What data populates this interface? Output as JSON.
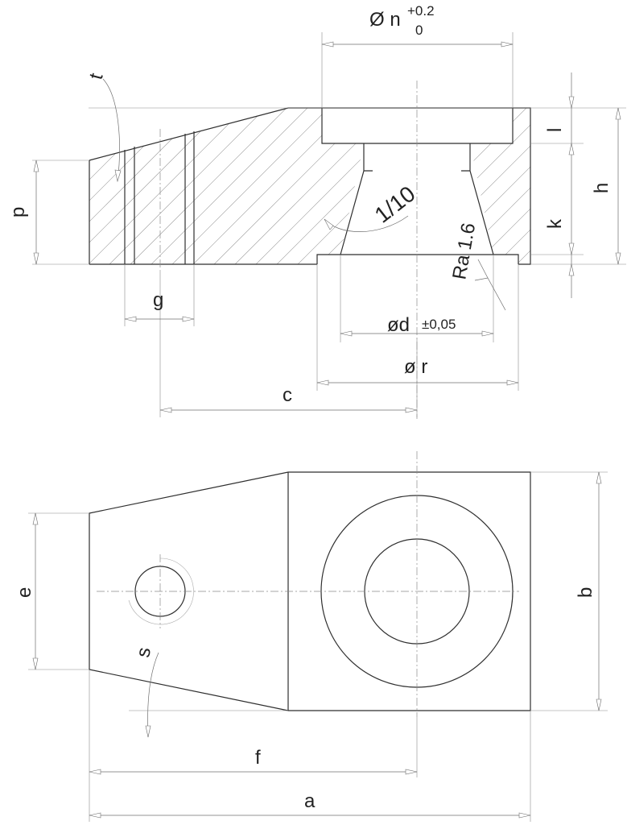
{
  "labels": {
    "bore_symbol": "Ø n",
    "bore_tol_upper": "+0.2",
    "bore_tol_lower": "0",
    "t": "t",
    "l": "l",
    "h": "h",
    "k": "k",
    "p": "p",
    "taper": "1/10",
    "roughness": "Ra 1.6",
    "g": "g",
    "d_symbol": "ød",
    "d_tol": "±0,05",
    "r": "ø r",
    "c": "c",
    "e": "e",
    "b": "b",
    "s": "s",
    "f": "f",
    "a": "a"
  },
  "colors": {
    "outline": "#2f2f2f",
    "dimension": "#6f6f6f",
    "hatch": "#9a9a9a"
  }
}
